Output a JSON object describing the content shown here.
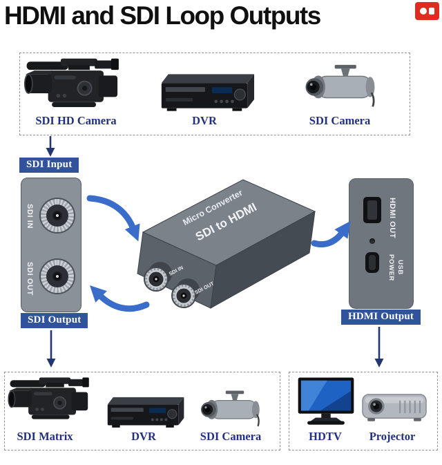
{
  "title": "HDMI and SDI Loop Outputs",
  "tags": {
    "sdi_input": "SDI Input",
    "sdi_output": "SDI Output",
    "hdmi_output": "HDMI Output"
  },
  "top_group": {
    "items": [
      {
        "label": "SDI HD Camera"
      },
      {
        "label": "DVR"
      },
      {
        "label": "SDI Camera"
      }
    ]
  },
  "bottom_left_group": {
    "items": [
      {
        "label": "SDI Matrix"
      },
      {
        "label": "DVR"
      },
      {
        "label": "SDI Camera"
      }
    ]
  },
  "bottom_right_group": {
    "items": [
      {
        "label": "HDTV"
      },
      {
        "label": "Projector"
      }
    ]
  },
  "left_panel": {
    "port_in": "SDI IN",
    "port_out": "SDI OUT"
  },
  "converter": {
    "brand_line": "Micro Converter",
    "model_line": "SDI to HDMI",
    "port_in": "SDI IN",
    "port_out": "SDI OUT"
  },
  "right_panel": {
    "hdmi_port": "HDMI OUT",
    "usb_port": "USB POWER"
  },
  "colors": {
    "title_text": "#101010",
    "device_label_text": "#22307d",
    "tag_background": "#30539b",
    "tag_text": "#ffffff",
    "curved_arrow_blue": "#3a6cc9",
    "straight_arrow_navy": "#23366f",
    "group_border": "#8f949a",
    "panel_gray": "#8b9198",
    "converter_gray": "#7c828a",
    "brand_badge_red": "#e02b20"
  }
}
